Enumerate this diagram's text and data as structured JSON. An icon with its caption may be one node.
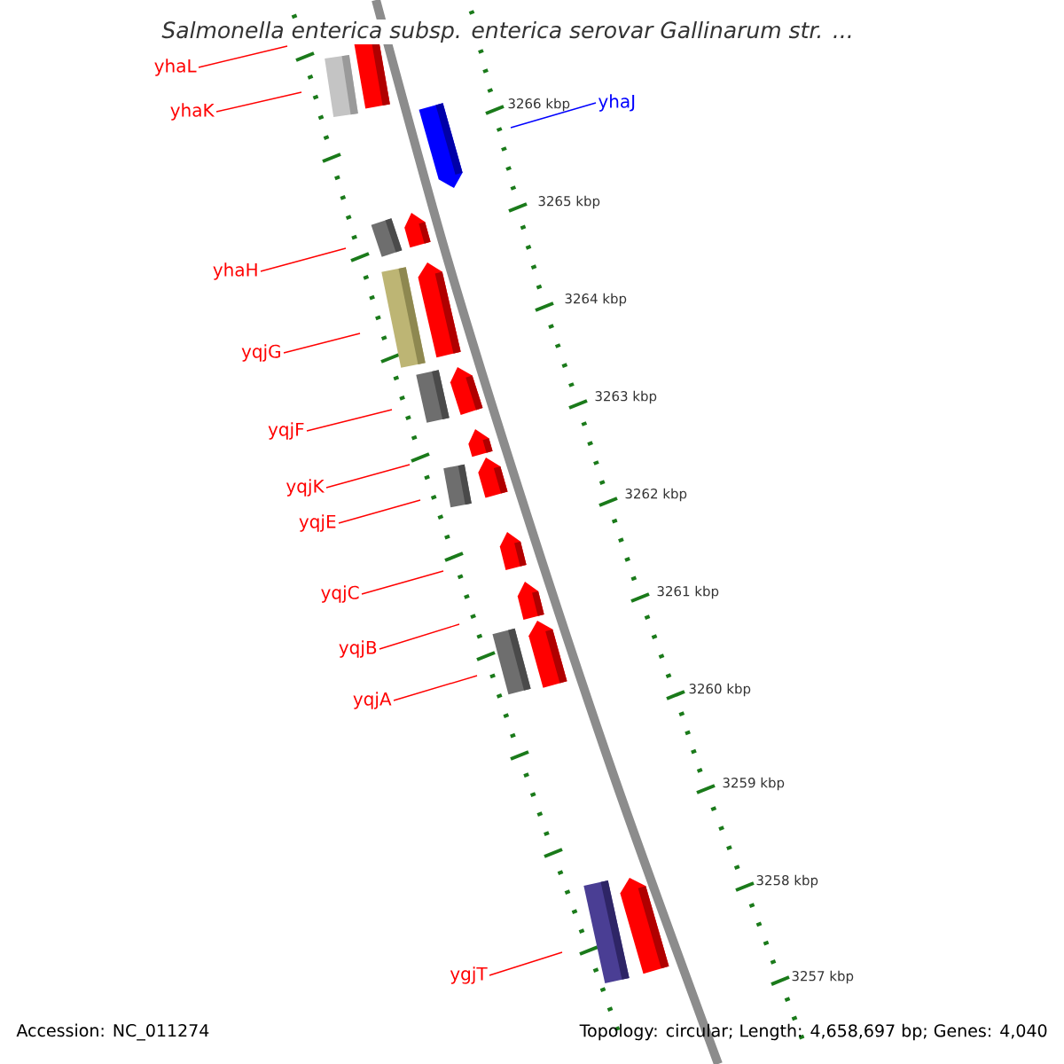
{
  "diagram": {
    "title": "Salmonella enterica subsp. enterica serovar Gallinarum str. ...",
    "nodes": [
      {
        "text": [
          "yhaL"
        ]
      },
      {
        "text": [
          "yhaK"
        ]
      },
      {
        "text": [
          "yhaJ"
        ]
      },
      {
        "text": [
          "yhaH"
        ]
      },
      {
        "text": [
          "yqjG"
        ]
      },
      {
        "text": [
          "yqjF"
        ]
      },
      {
        "text": [
          "yqjK"
        ]
      },
      {
        "text": [
          "yqjE"
        ]
      },
      {
        "text": [
          "yqjC"
        ]
      },
      {
        "text": [
          "yqjB"
        ]
      },
      {
        "text": [
          "yqjA"
        ]
      },
      {
        "text": [
          "ygjT"
        ]
      }
    ],
    "edges": [
      {
        "from": 0,
        "to": null,
        "arrow": "none"
      },
      {
        "from": 1,
        "to": null,
        "arrow": "none"
      },
      {
        "from": 2,
        "to": null,
        "arrow": "none",
        "color": "#0000ff"
      },
      {
        "from": 3,
        "to": null,
        "arrow": "none"
      },
      {
        "from": 4,
        "to": null,
        "arrow": "none"
      },
      {
        "from": 5,
        "to": null,
        "arrow": "none"
      },
      {
        "from": 6,
        "to": null,
        "arrow": "none"
      },
      {
        "from": 7,
        "to": null,
        "arrow": "none"
      },
      {
        "from": 8,
        "to": null,
        "arrow": "none"
      },
      {
        "from": 9,
        "to": null,
        "arrow": "none"
      },
      {
        "from": 10,
        "to": null,
        "arrow": "none"
      },
      {
        "from": 11,
        "to": null,
        "arrow": "none"
      }
    ],
    "labels": [
      "3266 kbp",
      "3265 kbp",
      "3264 kbp",
      "3263 kbp",
      "3262 kbp",
      "3261 kbp",
      "3260 kbp",
      "3259 kbp",
      "3258 kbp",
      "3257 kbp",
      "Accession: NC_011274",
      "Topology: circular; Length: 4,658,697 bp; Genes: 4,040"
    ]
  }
}
